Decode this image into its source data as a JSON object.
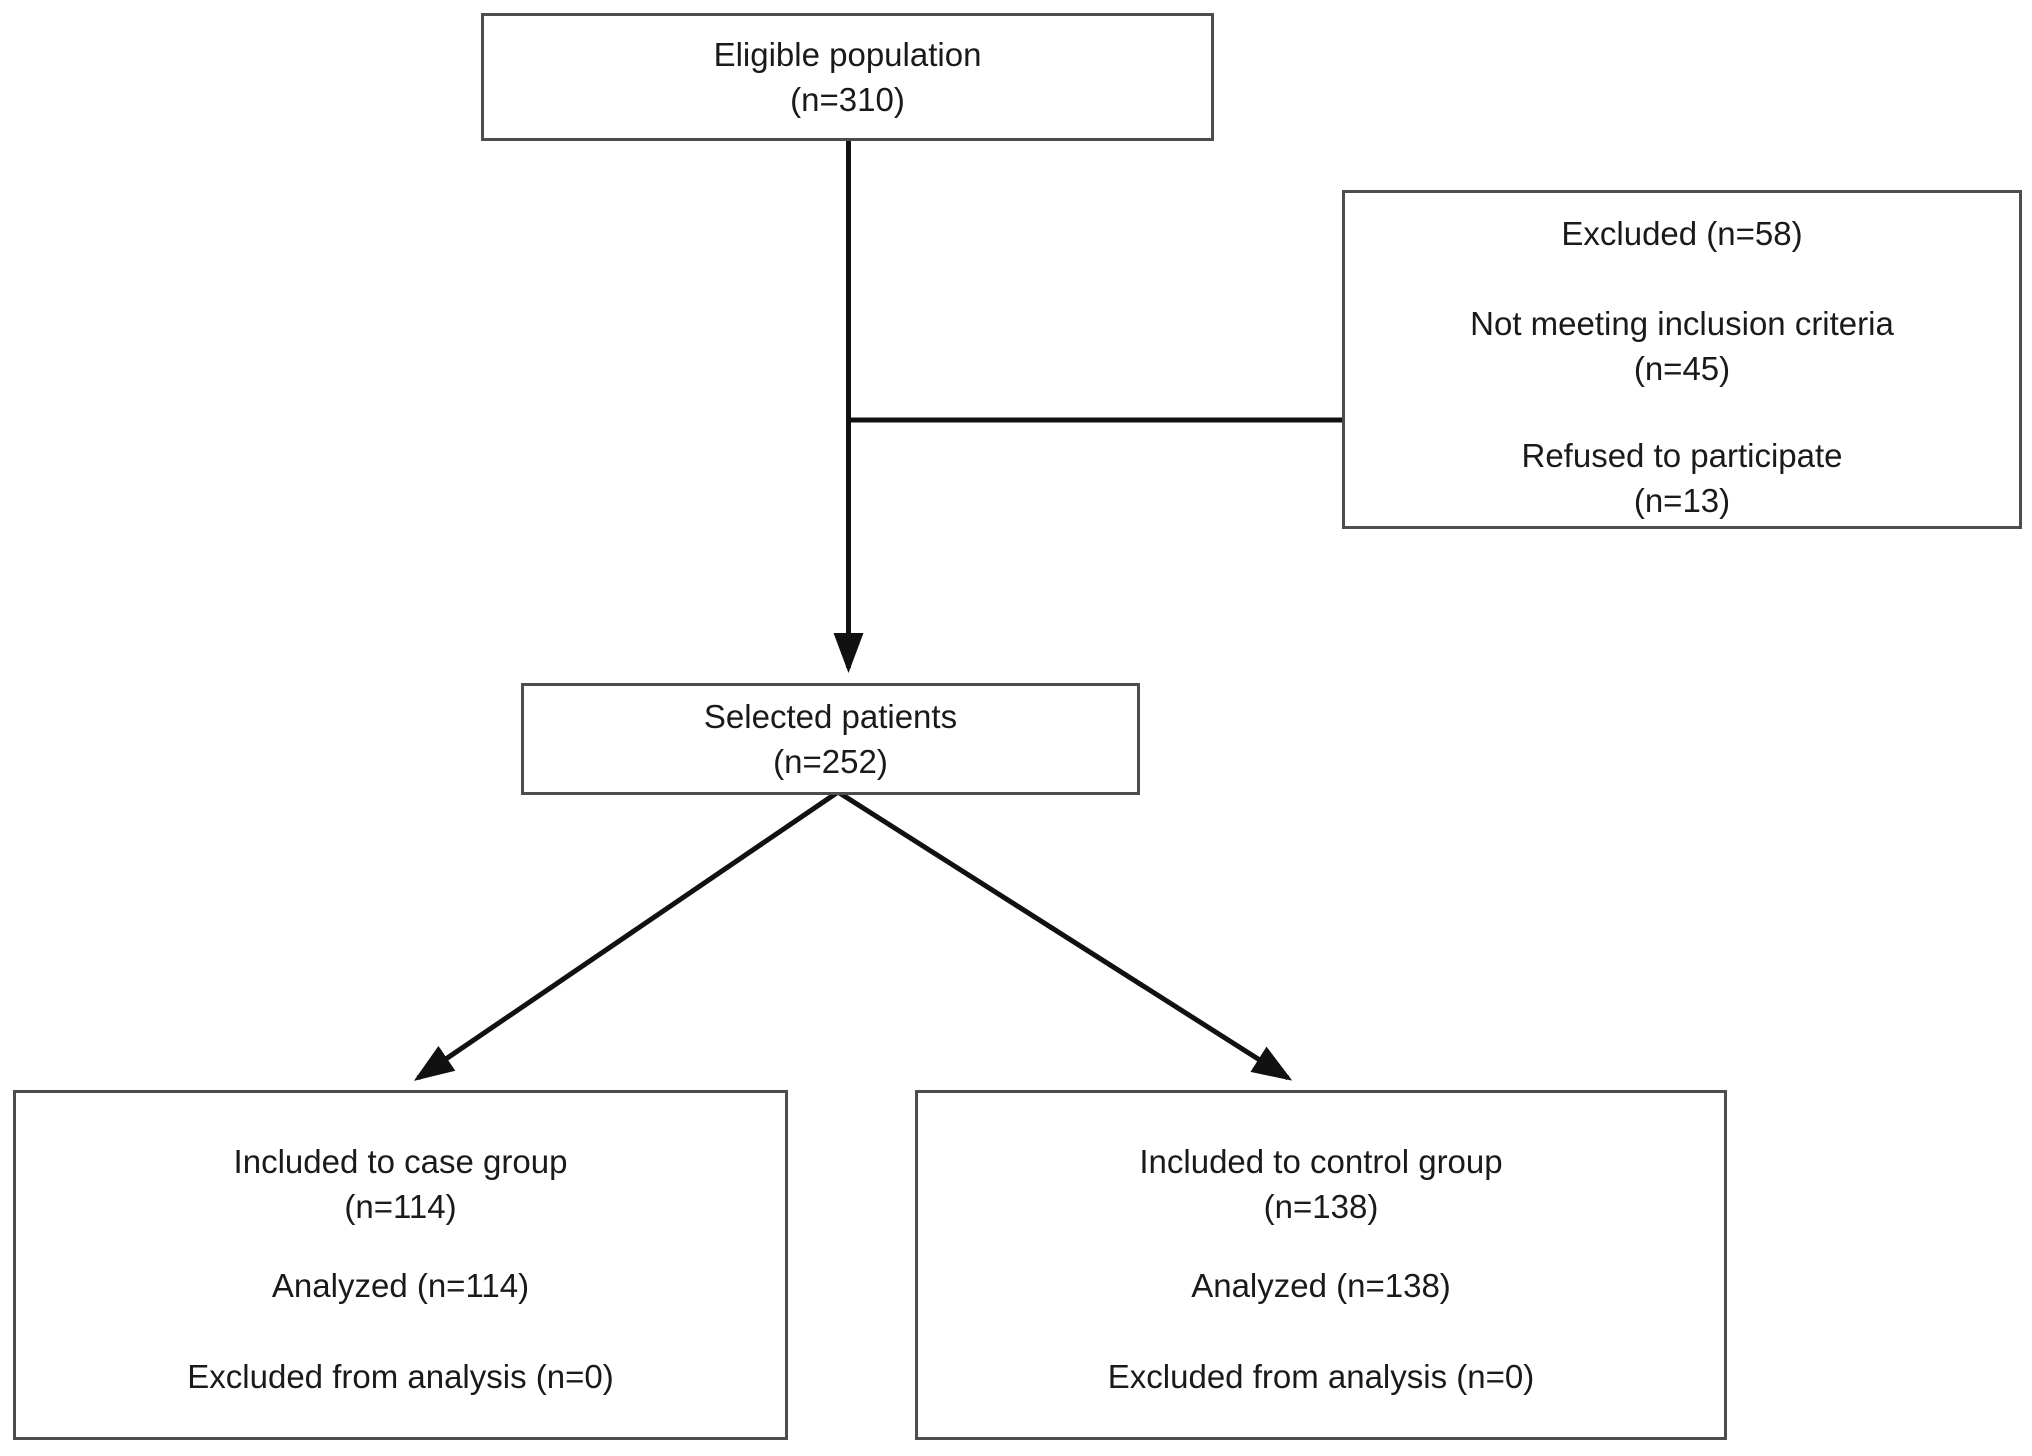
{
  "diagram": {
    "type": "flowchart",
    "colors": {
      "background": "#ffffff",
      "box_border": "#4d4d4d",
      "connector": "#111111",
      "text": "#1a1a1a"
    },
    "nodes": {
      "eligible": {
        "line1": "Eligible population",
        "line2": "(n=310)"
      },
      "excluded": {
        "title": "Excluded (n=58)",
        "reason1_line1": "Not meeting inclusion criteria",
        "reason1_line2": "(n=45)",
        "reason2_line1": "Refused to participate",
        "reason2_line2": "(n=13)"
      },
      "selected": {
        "line1": "Selected patients",
        "line2": "(n=252)"
      },
      "case_group": {
        "line1": "Included to case group",
        "line2": "(n=114)",
        "analyzed": "Analyzed (n=114)",
        "excluded_from_analysis": "Excluded from analysis (n=0)"
      },
      "control_group": {
        "line1": "Included to control group",
        "line2": "(n=138)",
        "analyzed": "Analyzed (n=138)",
        "excluded_from_analysis": "Excluded from analysis (n=0)"
      }
    },
    "edges": [
      "eligible -> selected",
      "eligible -> excluded",
      "selected -> case_group",
      "selected -> control_group"
    ]
  }
}
